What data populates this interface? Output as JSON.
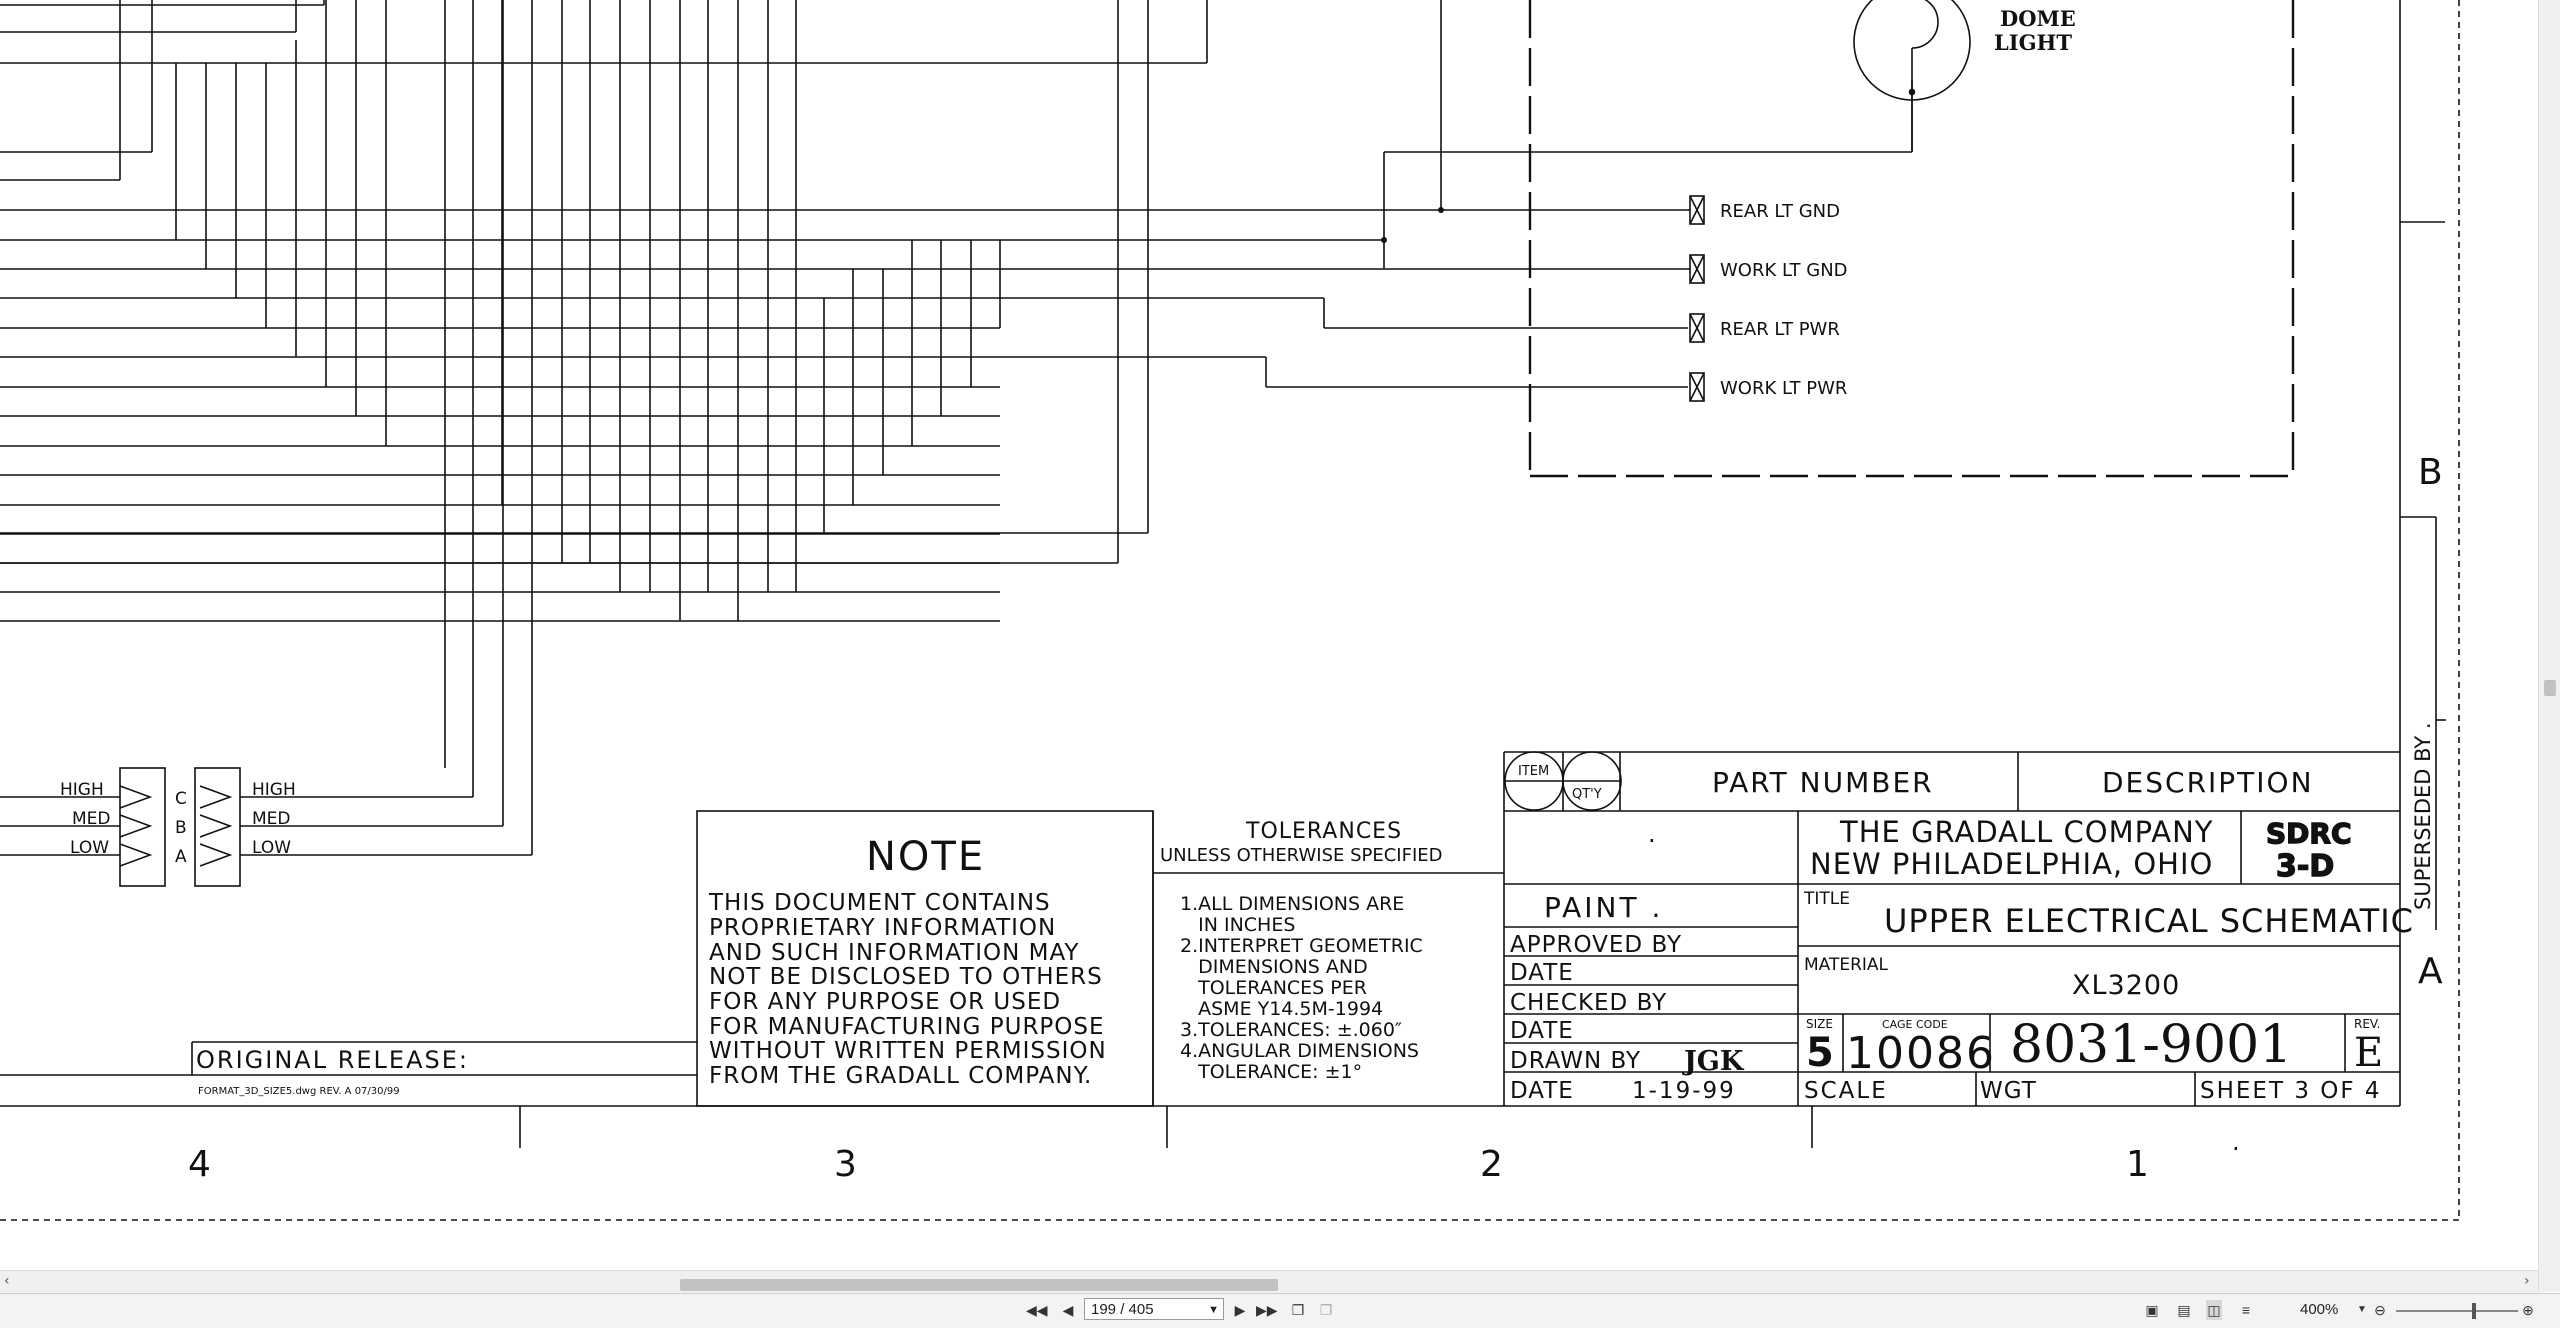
{
  "drawing": {
    "dome_light_line1": "DOME",
    "dome_light_line2": "LIGHT",
    "terminals": [
      "REAR LT GND",
      "WORK LT GND",
      "REAR LT PWR",
      "WORK LT PWR"
    ],
    "switch_labels_left": [
      "HIGH",
      "MED",
      "LOW"
    ],
    "switch_letters_left": [
      "C",
      "B",
      "A"
    ],
    "switch_labels_right": [
      "HIGH",
      "MED",
      "LOW"
    ],
    "original_release": "ORIGINAL RELEASE:",
    "format_file": "FORMAT_3D_SIZE5.dwg  REV. A 07/30/99",
    "zones": [
      "4",
      "3",
      "2",
      "1"
    ],
    "zone_rows": [
      "B",
      "A"
    ],
    "superseded_by": "SUPERSEDED BY .",
    "dot_mark": "."
  },
  "note": {
    "heading": "NOTE",
    "lines": [
      "THIS DOCUMENT CONTAINS",
      "PROPRIETARY INFORMATION",
      "AND SUCH INFORMATION MAY",
      "NOT BE DISCLOSED TO OTHERS",
      "FOR ANY PURPOSE OR USED",
      "FOR MANUFACTURING PURPOSE",
      "WITHOUT WRITTEN PERMISSION",
      "FROM THE GRADALL COMPANY."
    ]
  },
  "tolerances": {
    "heading": "TOLERANCES",
    "subheading": "UNLESS OTHERWISE SPECIFIED",
    "lines": [
      "1.ALL DIMENSIONS ARE",
      "   IN INCHES",
      "2.INTERPRET GEOMETRIC",
      "   DIMENSIONS AND",
      "   TOLERANCES PER",
      "   ASME Y14.5M-1994",
      "3.TOLERANCES: ±.060″",
      "4.ANGULAR DIMENSIONS",
      "   TOLERANCE: ±1°"
    ]
  },
  "title_block": {
    "item_label": "ITEM",
    "qty_label": "QT'Y",
    "part_number_header": "PART NUMBER",
    "description_header": "DESCRIPTION",
    "dot": ".",
    "paint": "PAINT .",
    "approved_by": "APPROVED BY",
    "date": "DATE",
    "checked_by": "CHECKED BY",
    "drawn_by": "DRAWN BY",
    "drawn_by_value": "JGK",
    "date_value": "1-19-99",
    "company_line1": "THE GRADALL COMPANY",
    "company_line2": "NEW PHILADELPHIA, OHIO",
    "logo_line1": "SDRC",
    "logo_line2": "3-D",
    "title_label": "TITLE",
    "title_value": "UPPER ELECTRICAL SCHEMATIC",
    "material_label": "MATERIAL",
    "material_value": "XL3200",
    "size_label": "SIZE",
    "size_value": "5",
    "cage_label": "CAGE CODE",
    "cage_value": "10086",
    "drawing_number": "8031-9001",
    "rev_label": "REV.",
    "rev_value": "E",
    "scale_label": "SCALE",
    "wgt_label": "WGT",
    "sheet": "SHEET 3 OF 4"
  },
  "viewer": {
    "page_indicator": "199 / 405",
    "zoom": "400%",
    "icons": [
      "first-page-icon",
      "prev-page-icon",
      "next-page-icon",
      "last-page-icon",
      "zoom-out-icon",
      "zoom-in-icon"
    ]
  }
}
